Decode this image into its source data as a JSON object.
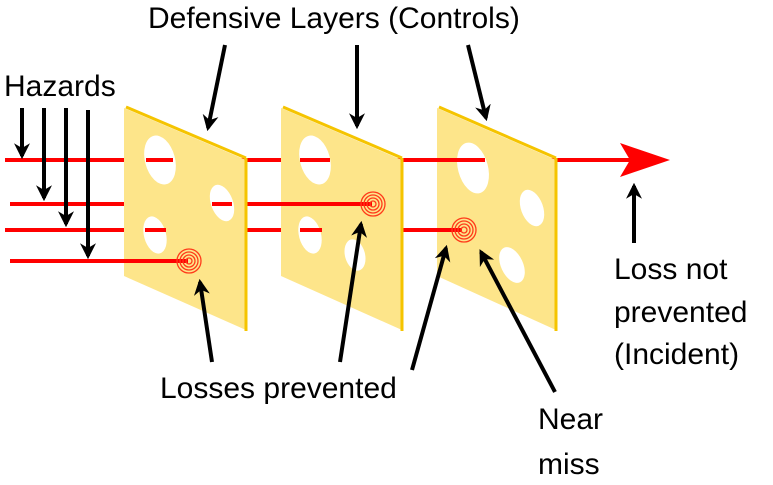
{
  "title": "Defensive Layers (Controls)",
  "hazards_label": "Hazards",
  "losses_prevented_label": "Losses prevented",
  "near_miss_label": [
    "Near",
    "miss"
  ],
  "loss_not_prevented_label": [
    "Loss not",
    "prevented",
    "(Incident)"
  ],
  "colors": {
    "cheese": "#fde58a",
    "cheese_edge": "#f5c400",
    "hazard": "#ff0000",
    "arrow": "#000000"
  }
}
